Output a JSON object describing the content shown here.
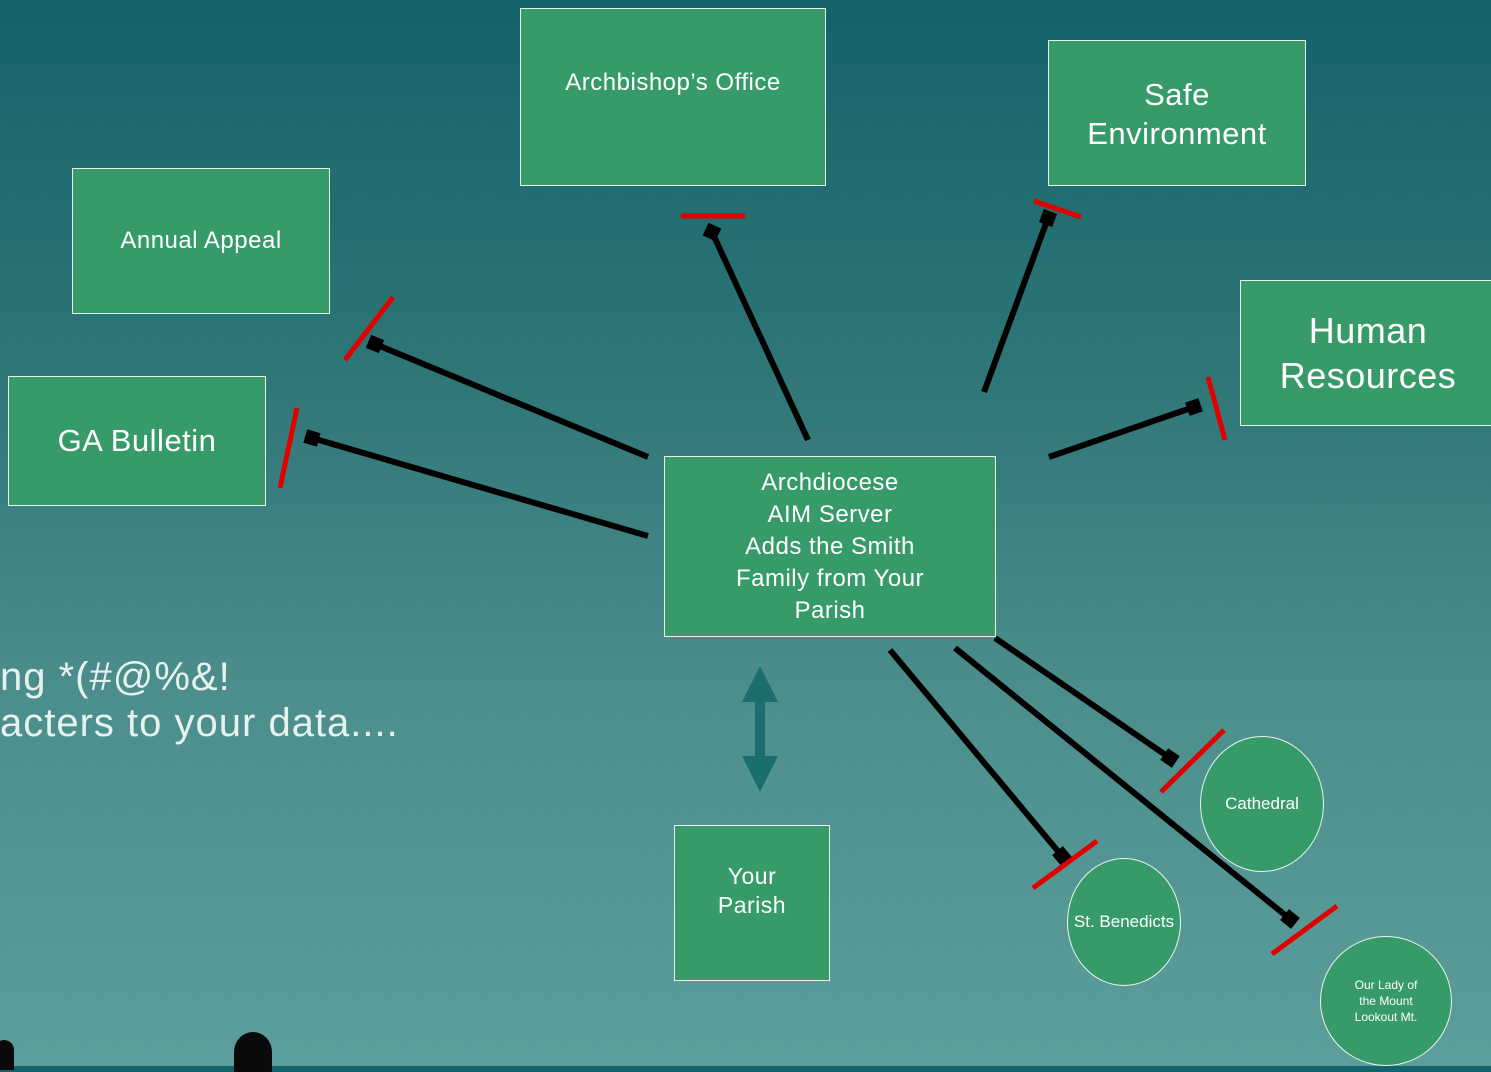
{
  "nodes": {
    "archbishop": "Archbishop’s Office",
    "safe_environment": "Safe\nEnvironment",
    "annual_appeal": "Annual Appeal",
    "human_resources": "Human\nResources",
    "ga_bulletin": "GA Bulletin",
    "aim_server": "Archdiocese\nAIM Server\nAdds the Smith\nFamily from Your\nParish",
    "your_parish": "Your\nParish",
    "cathedral": "Cathedral",
    "st_benedicts": "St. Benedicts",
    "our_lady": "Our Lady of\nthe Mount\nLookout Mt."
  },
  "background_text": {
    "line1": "ng *(#@%&!",
    "line2": "acters to your data...."
  },
  "colors": {
    "node_fill": "#379b69",
    "connector": "#000000",
    "blocker": "#e00000",
    "sync_arrow": "#1a6f6e"
  }
}
